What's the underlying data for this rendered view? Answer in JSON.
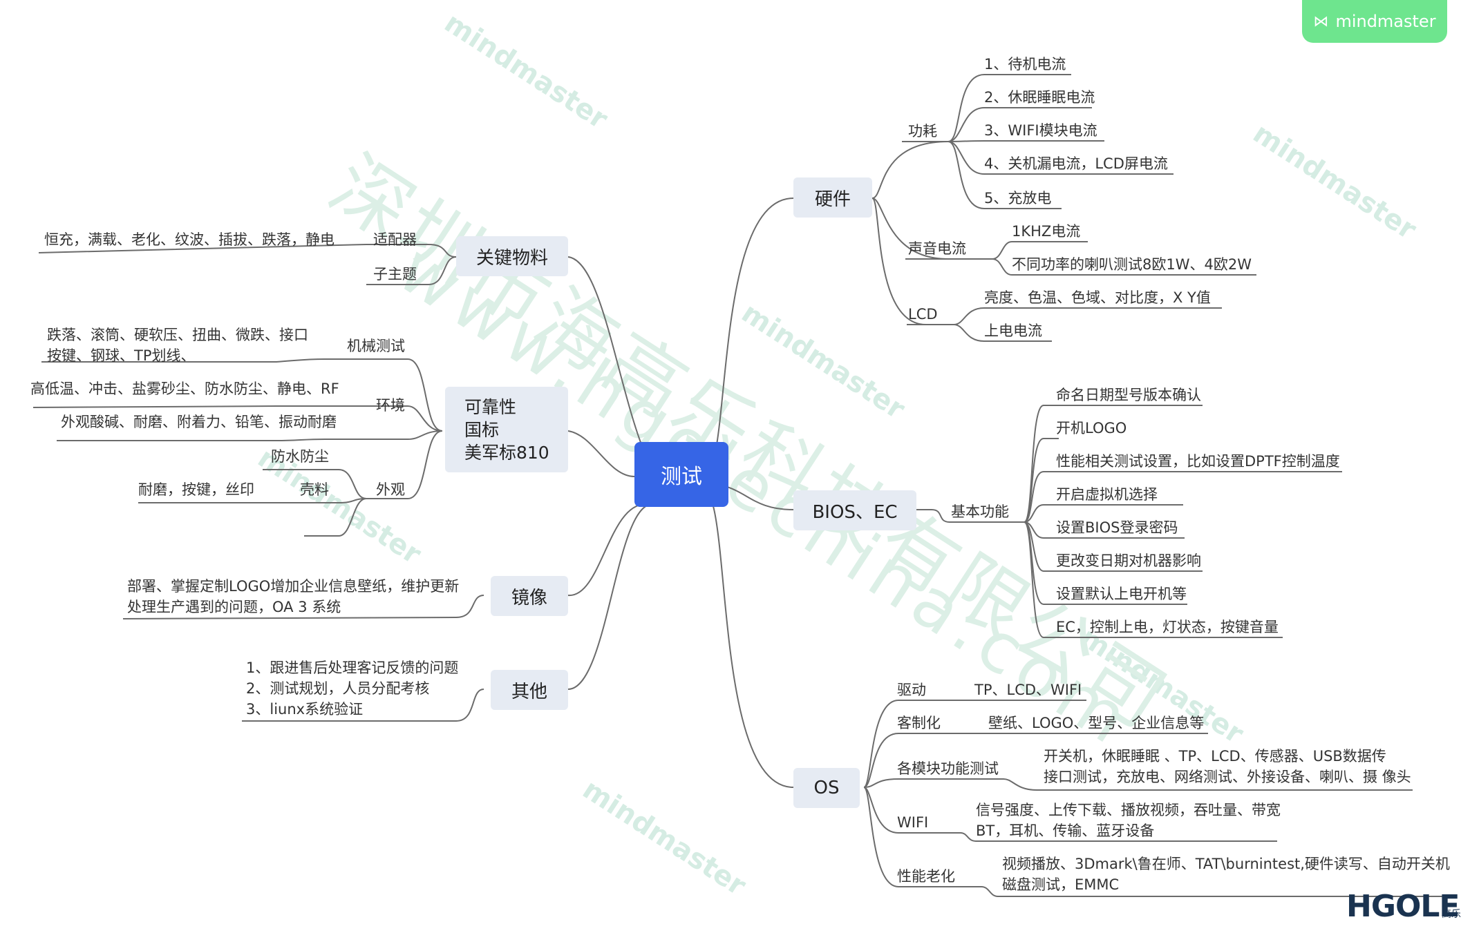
{
  "app": {
    "brand": "mindmaster",
    "logo_text": "HGOLE",
    "logo_sub": "高乐"
  },
  "watermarks": {
    "company": "深圳市海高乐科技有限公司",
    "url": "www.hgolechina.com",
    "brand": "mindmaster"
  },
  "center": "测试",
  "hardware": {
    "label": "硬件",
    "power": {
      "label": "功耗",
      "items": [
        "1、待机电流",
        "2、休眠睡眠电流",
        "3、WIFI模块电流",
        "4、关机漏电流，LCD屏电流",
        "5、充放电"
      ]
    },
    "audio": {
      "label": "声音电流",
      "items": [
        "1KHZ电流",
        "不同功率的喇叭测试8欧1W、4欧2W"
      ]
    },
    "lcd": {
      "label": "LCD",
      "items": [
        "亮度、色温、色域、对比度，X Y值",
        "上电电流"
      ]
    }
  },
  "bios": {
    "label": "BIOS、EC",
    "basic": {
      "label": "基本功能",
      "items": [
        "命名日期型号版本确认",
        "开机LOGO",
        "性能相关测试设置，比如设置DPTF控制温度",
        "开启虚拟机选择",
        "设置BIOS登录密码",
        "更改变日期对机器影响",
        "设置默认上电开机等",
        "EC，控制上电，灯状态，按键音量"
      ]
    }
  },
  "os": {
    "label": "OS",
    "driver": {
      "label": "驱动",
      "value": "TP、LCD、WIFI"
    },
    "custom": {
      "label": "客制化",
      "value": "壁纸、LOGO、型号、企业信息等"
    },
    "modules": {
      "label": "各模块功能测试",
      "line1": "开关机，休眠睡眠 、TP、LCD、传感器、USB数据传",
      "line2": "接口测试，充放电、网络测试、外接设备、喇叭、摄 像头"
    },
    "wifi": {
      "label": "WIFI",
      "line1": "信号强度、上传下载、播放视频，吞吐量、带宽",
      "line2": "BT，耳机、传输、蓝牙设备"
    },
    "perf": {
      "label": "性能老化",
      "line1": "视频播放、3Dmark\\鲁在师、TAT\\burnintest,硬件读写、自动开关机",
      "line2": "磁盘测试，EMMC"
    }
  },
  "key_material": {
    "label": "关键物料",
    "adapter": {
      "label": "适配器",
      "value": "恒充，满载、老化、纹波、插拔、跌落，静电"
    },
    "sub": {
      "label": "子主题"
    }
  },
  "reliability": {
    "line1": "可靠性",
    "line2": "国标",
    "line3": "美军标810",
    "mech": {
      "label": "机械测试",
      "line1": "跌落、滚筒、硬软压、扭曲、微跌、接口",
      "line2": "按键、钢球、TP划线、"
    },
    "env": {
      "label": "环境",
      "items": [
        "高低温、冲击、盐雾砂尘、防水防尘、静电、RF",
        "外观酸碱、耐磨、附着力、铅笔、振动耐磨"
      ]
    },
    "look": {
      "label": "外观",
      "waterproof": "防水防尘",
      "shell": {
        "label": "壳料",
        "value": "耐磨，按键，丝印"
      }
    }
  },
  "image": {
    "label": "镜像",
    "line1": "部署、掌握定制LOGO增加企业信息壁纸，维护更新",
    "line2": "处理生产遇到的问题，OA 3  系统"
  },
  "other": {
    "label": "其他",
    "items": [
      "1、跟进售后处理客记反馈的问题",
      "2、测试规划，人员分配考核",
      "3、liunx系统验证"
    ]
  },
  "colors": {
    "center": "#3665e6",
    "node": "#e6ebf3",
    "line": "#6b6b6b",
    "badge": "#6ee58e",
    "watermark": "#d5ece3"
  }
}
